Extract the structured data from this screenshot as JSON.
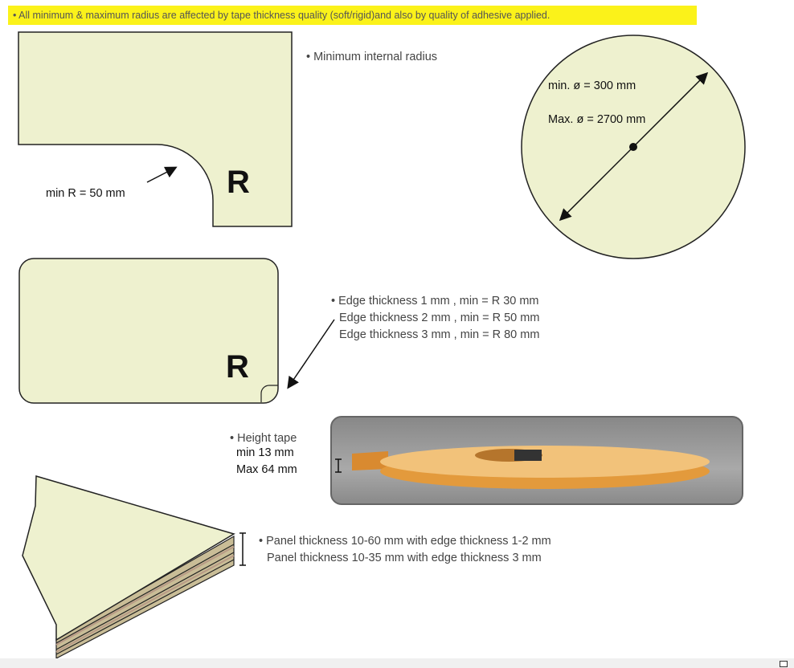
{
  "note": "• All minimum & maximum radius are affected by tape thickness quality (soft/rigid)and also by quality of adhesive applied.",
  "internal_radius": {
    "title": "• Minimum internal radius",
    "min_r": "min R =   50 mm",
    "symbol": "R"
  },
  "circle": {
    "min": "min. ø = 300 mm",
    "max": "Max. ø = 2700 mm"
  },
  "edge": {
    "symbol": "R",
    "lines": [
      "• Edge thickness 1 mm , min = R 30 mm",
      "Edge thickness 2 mm , min = R 50 mm",
      "Edge thickness 3 mm , min = R 80 mm"
    ]
  },
  "height_tape": {
    "title": "• Height tape",
    "min": "min 13 mm",
    "max": "Max 64 mm"
  },
  "panel": {
    "lines": [
      "• Panel thickness 10-60 mm with edge thickness 1-2 mm",
      "Panel thickness 10-35 mm with edge thickness 3 mm"
    ]
  },
  "colors": {
    "shape_fill": "#eef1cf",
    "highlight": "#fbf21a",
    "tape": "#e9a445"
  }
}
